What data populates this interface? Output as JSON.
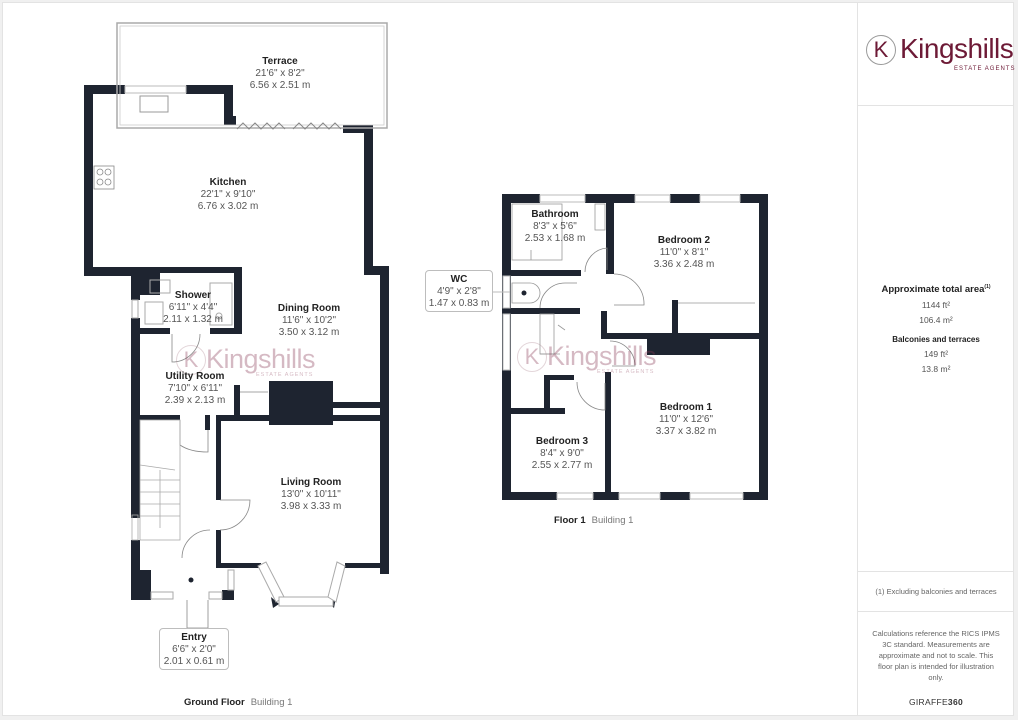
{
  "brand": {
    "name": "Kingshills",
    "initial": "K",
    "tagline": "ESTATE AGENTS",
    "color": "#6d1a36"
  },
  "summary": {
    "total_title": "Approximate total area",
    "total_footnote_mark": "(1)",
    "total_ft": "1144 ft²",
    "total_m": "106.4 m²",
    "balconies_title": "Balconies and terraces",
    "balconies_ft": "149 ft²",
    "balconies_m": "13.8 m²"
  },
  "footnote": "(1) Excluding balconies and terraces",
  "disclaimer": "Calculations reference the RICS IPMS 3C standard. Measurements are approximate and not to scale. This floor plan is intended for illustration only.",
  "provider": {
    "prefix": "GIRAFFE",
    "suffix": "360"
  },
  "floors": [
    {
      "name": "Ground Floor",
      "building": "Building 1"
    },
    {
      "name": "Floor 1",
      "building": "Building 1"
    }
  ],
  "rooms": {
    "terrace": {
      "name": "Terrace",
      "imperial": "21'6\" x 8'2\"",
      "metric": "6.56 x 2.51 m"
    },
    "kitchen": {
      "name": "Kitchen",
      "imperial": "22'1\" x 9'10\"",
      "metric": "6.76 x 3.02 m"
    },
    "shower": {
      "name": "Shower",
      "imperial": "6'11\" x 4'4\"",
      "metric": "2.11 x 1.32 m"
    },
    "dining": {
      "name": "Dining Room",
      "imperial": "11'6\" x 10'2\"",
      "metric": "3.50 x 3.12 m"
    },
    "utility": {
      "name": "Utility Room",
      "imperial": "7'10\" x 6'11\"",
      "metric": "2.39 x 2.13 m"
    },
    "living": {
      "name": "Living Room",
      "imperial": "13'0\" x 10'11\"",
      "metric": "3.98 x 3.33 m"
    },
    "entry": {
      "name": "Entry",
      "imperial": "6'6\" x 2'0\"",
      "metric": "2.01 x 0.61 m"
    },
    "bathroom": {
      "name": "Bathroom",
      "imperial": "8'3\" x 5'6\"",
      "metric": "2.53 x 1.68 m"
    },
    "wc": {
      "name": "WC",
      "imperial": "4'9\" x 2'8\"",
      "metric": "1.47 x 0.83 m"
    },
    "bedroom2": {
      "name": "Bedroom 2",
      "imperial": "11'0\" x 8'1\"",
      "metric": "3.36 x 2.48 m"
    },
    "bedroom1": {
      "name": "Bedroom 1",
      "imperial": "11'0\" x 12'6\"",
      "metric": "3.37 x 3.82 m"
    },
    "bedroom3": {
      "name": "Bedroom 3",
      "imperial": "8'4\" x 9'0\"",
      "metric": "2.55 x 2.77 m"
    }
  },
  "colors": {
    "wall": "#1e2430",
    "window": "#c8c8c8",
    "text_dark": "#222222",
    "text_muted": "#555555"
  }
}
